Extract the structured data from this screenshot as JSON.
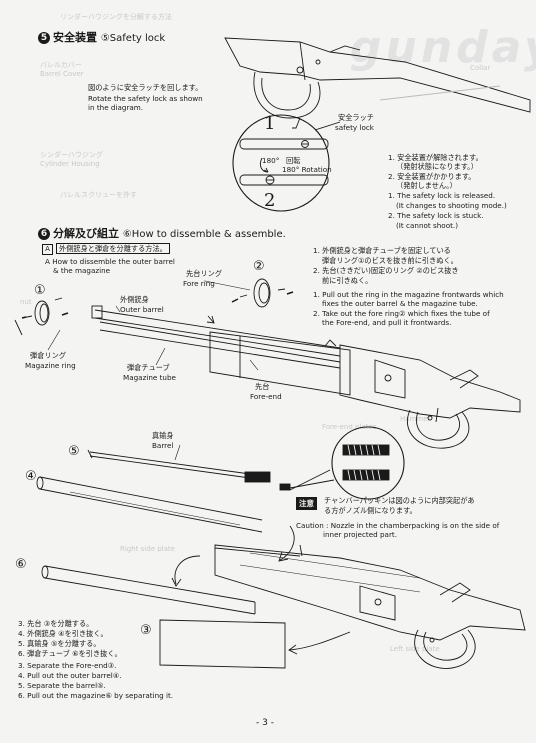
{
  "ghost_texts": [
    "リンダーハウジングを分解する方法",
    "バレルカバー",
    "Barrel Cover",
    "シンダーハウジング",
    "Cylinder Housing",
    "Collar",
    "バレルスクリューを外す",
    "nut",
    "Fore-end plates",
    "Hammer",
    "Left side plate",
    "Right side plate"
  ],
  "watermark": "gunday",
  "section5": {
    "num": "5",
    "title_jp": "安全装置",
    "title_en": "⑤Safety lock",
    "desc_jp": "図のように安全ラッチを回します。",
    "desc_en1": "Rotate the safety lock as shown",
    "desc_en2": "in the diagram.",
    "latch_jp": "安全ラッチ",
    "latch_en": "safety lock",
    "mark1": "1",
    "mark2": "2",
    "rot_deg": "180°",
    "rot_jp": "回転",
    "rot_en": "180° Rotation",
    "notes": [
      "1. 安全装置が解除されます。",
      "（発射状態になります。）",
      "2. 安全装置がかかります。",
      "（発射しません。）",
      "1. The safety lock is released.",
      "(It changes to shooting mode.)",
      "2. The safety lock is stuck.",
      "(It cannot shoot.)"
    ]
  },
  "section6": {
    "num": "6",
    "title_jp": "分解及び組立",
    "title_en": "⑥How to dissemble & assemble.",
    "subA_box": "A",
    "subA_jp": "外側銃身と弾倉を分離する方法。",
    "subA_en1": "A  How to dissemble the outer barrel",
    "subA_en2": "& the magazine",
    "instructions": [
      "1. 外側銃身と弾倉チューブを固定している",
      "弾倉リング①のビスを抜き前に引きぬく。",
      "2. 先台(さきだい)固定のリング ②のビス抜き",
      "前に引きぬく。",
      "1. Pull out the ring in the magazine frontwards which",
      "fixes the outer barrel & the magazine tube.",
      "2. Take out the fore ring② which fixes the tube of",
      "the  Fore-end, and pull it frontwards."
    ],
    "labels": {
      "fore_ring_jp": "先台リング",
      "fore_ring_en": "Fore ring",
      "outer_barrel_jp": "外側銃身",
      "outer_barrel_en": "Outer barrel",
      "mag_ring_jp": "弾倉リング",
      "mag_ring_en": "Magazine ring",
      "mag_tube_jp": "弾倉チューブ",
      "mag_tube_en": "Magazine tube",
      "fore_end_jp": "先台",
      "fore_end_en": "Fore-end",
      "barrel_jp": "真鍮身",
      "barrel_en": "Barrel"
    },
    "callouts": [
      "①",
      "②",
      "③",
      "④",
      "⑤",
      "⑥"
    ],
    "caution_badge": "注意",
    "caution_jp1": "チャンバーパッキンは図のように内部突起があ",
    "caution_jp2": "る方がノズル側になります。",
    "caution_en1": "Caution : Nozzle in the chamberpacking is on the side of",
    "caution_en2": "inner projected part.",
    "steps": [
      "3. 先台 ③を分離する。",
      "4. 外側銃身 ④を引き抜く。",
      "5. 真鍮身 ⑤を分離する。",
      "6. 弾倉チューブ ⑥を引き抜く。",
      "3. Separate the  Fore-end③.",
      "4. Pull out the outer barrel④.",
      "5. Separate the barrel⑤.",
      "6. Pull out the magazine⑥ by separating it."
    ]
  },
  "page_number": "- 3 -"
}
